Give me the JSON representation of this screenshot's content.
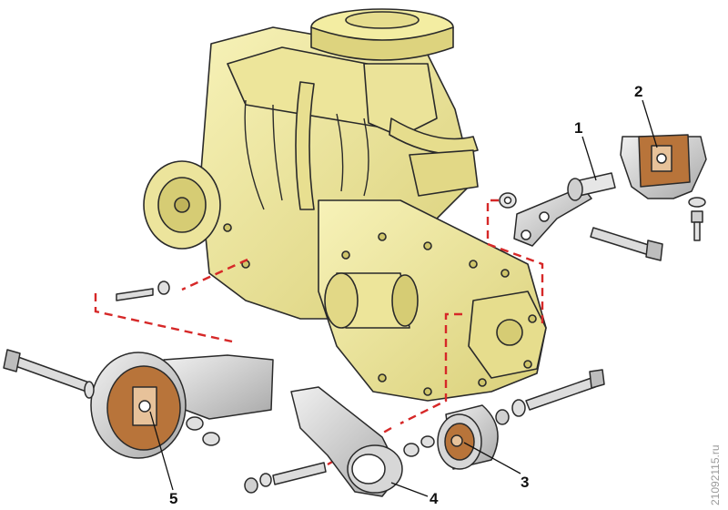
{
  "callouts": {
    "c1": "1",
    "c2": "2",
    "c3": "3",
    "c4": "4",
    "c5": "5"
  },
  "watermark": "21092115.ru",
  "colors": {
    "engine": "#f3eda2",
    "engine_shade": "#cfc56a",
    "outline": "#2a2a2a",
    "metal": "#d9d9d9",
    "metal_dark": "#9e9e9e",
    "rubber": "#b8743a",
    "dashed_line": "#d62828"
  }
}
